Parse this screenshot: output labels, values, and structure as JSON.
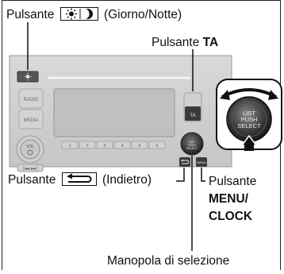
{
  "labels": {
    "day_night_prefix": "Pulsante",
    "day_night_suffix": "(Giorno/Notte)",
    "ta_prefix": "Pulsante",
    "ta_bold": "TA",
    "back_prefix": "Pulsante",
    "back_suffix": "(Indietro)",
    "menu_prefix": "Pulsante",
    "menu_bold_line1": "MENU/",
    "menu_bold_line2": "CLOCK",
    "knob_label": "Manopola di selezione"
  },
  "panel": {
    "radio_label": "RADIO",
    "media_label": "MEDIA",
    "vol_label": "VOL",
    "ta_label": "TA",
    "menu_label": "MENU",
    "knob_small_text": "LIST PUSH SELECT",
    "presets": [
      "1",
      "2",
      "3",
      "4",
      "5",
      "6"
    ]
  },
  "callout": {
    "knob_line1": "LIST",
    "knob_line2": "PUSH",
    "knob_line3": "SELECT"
  }
}
